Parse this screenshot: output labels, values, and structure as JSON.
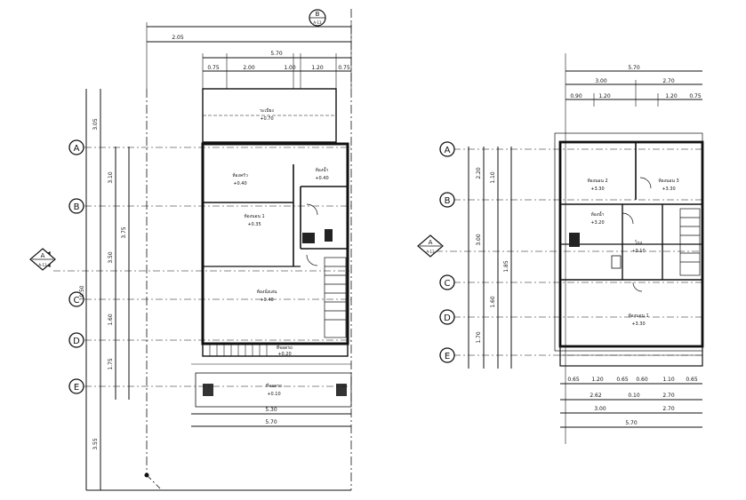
{
  "left_plan": {
    "grid_labels": [
      "A",
      "B",
      "C",
      "D",
      "E"
    ],
    "section_marker": {
      "letter": "A",
      "sheet": "A-13"
    },
    "top_section_marker": {
      "letter": "B",
      "sheet": "A-13"
    },
    "top_dims": {
      "overall": "2.05",
      "row2": "5.70",
      "row3": [
        "0.75",
        "2.00",
        "1.00",
        "1.20",
        "0.75"
      ]
    },
    "bottom_dims": {
      "row1": "5.30",
      "row2": "5.70"
    },
    "left_dims": [
      "3.05",
      "3.10",
      "3.75",
      "3.50",
      "1.60",
      "1.75",
      "3.55"
    ],
    "left_overall": "10.50",
    "rooms": [
      {
        "name": "ระเบียง",
        "level": "+0.70"
      },
      {
        "name": "ห้องครัว",
        "level": "+0.40"
      },
      {
        "name": "ห้องน้ำ",
        "level": "+0.40"
      },
      {
        "name": "ห้องนอน 1",
        "level": "+0.35"
      },
      {
        "name": "ห้องนั่งเล่น",
        "level": "+0.40"
      },
      {
        "name": "ที่จอดรถ",
        "level": "+0.20"
      },
      {
        "name": "ที่จอดรถ",
        "level": "+0.10"
      }
    ]
  },
  "right_plan": {
    "grid_labels": [
      "A",
      "B",
      "C",
      "D",
      "E"
    ],
    "section_marker": {
      "letter": "A",
      "sheet": "A-13"
    },
    "top_dims": {
      "row1": "5.70",
      "row2": [
        "3.00",
        "2.70"
      ],
      "row3": [
        "0.90",
        "1.20",
        "1.20",
        "0.75"
      ]
    },
    "bottom_dims": {
      "row1": [
        "0.65",
        "1.20",
        "0.65",
        "0.60",
        "1.10",
        "0.65"
      ],
      "row2": [
        "2.62",
        "0.10",
        "2.70"
      ],
      "row3": [
        "3.00",
        "2.70"
      ],
      "row4": "5.70"
    },
    "left_dims": [
      "2.20",
      "3.00",
      "1.10",
      "1.60",
      "1.85",
      "1.70"
    ],
    "rooms": [
      {
        "name": "ห้องนอน 2",
        "level": "+3.30"
      },
      {
        "name": "ห้องนอน 3",
        "level": "+3.30"
      },
      {
        "name": "ห้องน้ำ",
        "level": "+3.20"
      },
      {
        "name": "โถง",
        "level": "+3.10"
      },
      {
        "name": "ห้องนอน 1",
        "level": "+3.30"
      }
    ]
  }
}
